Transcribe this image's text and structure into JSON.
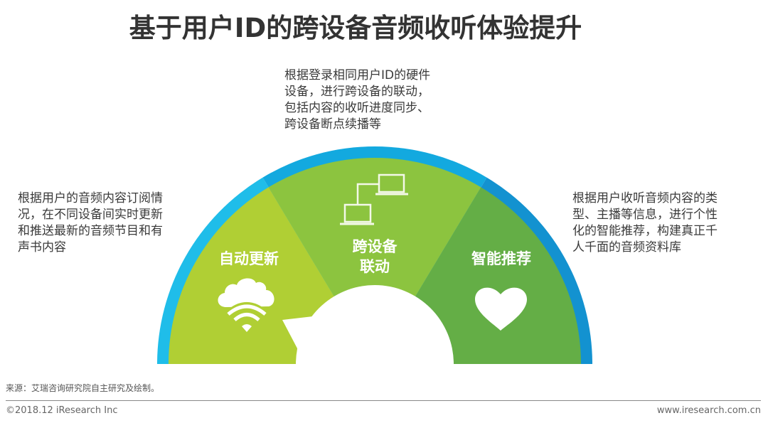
{
  "title": "基于用户ID的跨设备音频收听体验提升",
  "descriptions": {
    "top": {
      "lines": [
        "根据登录相同用户ID的硬件",
        "设备，进行跨设备的联动，",
        "包括内容的收听进度同步、",
        "跨设备断点续播等"
      ]
    },
    "left": {
      "lines": [
        "根据用户的音频内容订阅情",
        "况，在不同设备间实时更新",
        "和推送最新的音频节目和有",
        "声书内容"
      ]
    },
    "right": {
      "lines": [
        "根据用户收听音频内容的类",
        "型、主播等信息，进行个性",
        "化的智能推荐，构建真正千",
        "人千面的音频资料库"
      ]
    }
  },
  "segments": [
    {
      "id": "auto-update",
      "label_lines": [
        "自动更新"
      ],
      "icon": "cloud-wifi-icon",
      "fill": "#b0cf34",
      "ring": "#1fbde9"
    },
    {
      "id": "cross-device",
      "label_lines": [
        "跨设备",
        "联动"
      ],
      "icon": "linked-laptops-icon",
      "fill": "#8cc43f",
      "ring": "#13a9df"
    },
    {
      "id": "smart-recommend",
      "label_lines": [
        "智能推荐"
      ],
      "icon": "heart-icon",
      "fill": "#64ae46",
      "ring": "#1392d0"
    }
  ],
  "footer": {
    "source": "来源：艾瑞咨询研究院自主研究及绘制。",
    "copyright": "©2018.12 iResearch Inc",
    "website": "www.iresearch.com.cn"
  }
}
